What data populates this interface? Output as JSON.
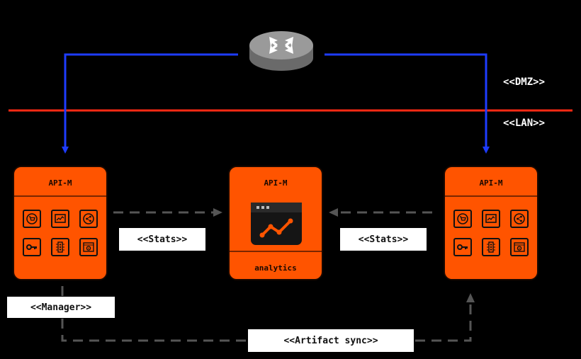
{
  "zones": {
    "dmz": "<<DMZ>>",
    "lan": "<<LAN>>"
  },
  "nodes": {
    "left": {
      "title": "API-M"
    },
    "center": {
      "title": "API-M",
      "label": "analytics"
    },
    "right": {
      "title": "API-M"
    }
  },
  "edges": {
    "stats_left": "<<Stats>>",
    "stats_right": "<<Stats>>",
    "manager": "<<Manager>>",
    "artifact_sync": "<<Artifact sync>>"
  },
  "icons": [
    "cart-icon",
    "monitor-chart-icon",
    "share-icon",
    "key-icon",
    "traffic-light-icon",
    "gear-chip-icon"
  ],
  "colors": {
    "background": "#000000",
    "node": "#ff5400",
    "uplink": "#1e3cff",
    "zone_boundary": "#ff2a14",
    "flow": "#555555"
  }
}
